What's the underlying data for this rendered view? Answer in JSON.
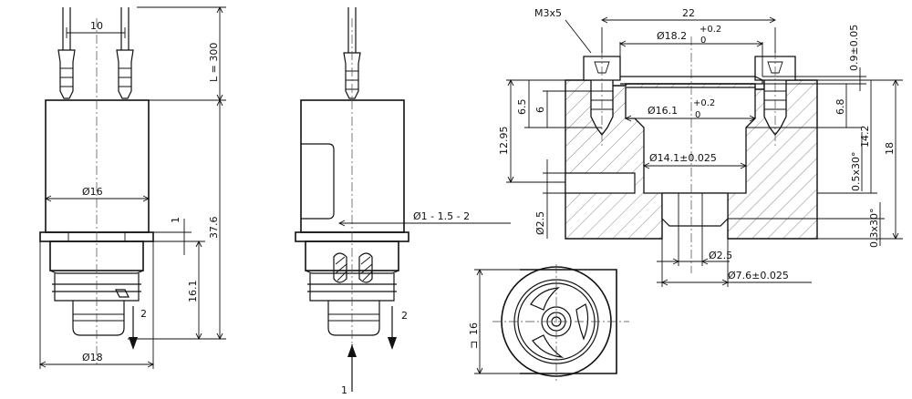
{
  "view1": {
    "wire_spacing": "10",
    "cable_length": "L = 300",
    "body_diameter": "Ø16",
    "flange_thickness": "1",
    "overall_height": "37.6",
    "lower_height": "16.1",
    "base_diameter": "Ø18",
    "arrow_label": "2"
  },
  "view2": {
    "orifice_label": "Ø1 - 1.5 - 2",
    "inlet_label": "1",
    "outlet_label": "2"
  },
  "section": {
    "screw_label": "M3x5",
    "width_22": "22",
    "top_bore": "Ø18.2",
    "top_bore_tol_up": "+0.2",
    "top_bore_tol_low": "0",
    "gap": "0.9±0.05",
    "dim_6_5": "6.5",
    "dim_6": "6",
    "dim_12_95": "12.95",
    "mid_bore": "Ø16.1",
    "mid_bore_tol_up": "+0.2",
    "mid_bore_tol_low": "0",
    "dim_6_8": "6.8",
    "dim_14_2": "14.2",
    "dim_18": "18",
    "inner_bore": "Ø14.1±0.025",
    "chamfer_1": "0.5x30°",
    "chamfer_2": "0.3x30°",
    "side_port": "Ø2.5",
    "bottom_port": "Ø2.5",
    "bottom_bore": "Ø7.6±0.025"
  },
  "bottom_view": {
    "width_label": "16"
  }
}
